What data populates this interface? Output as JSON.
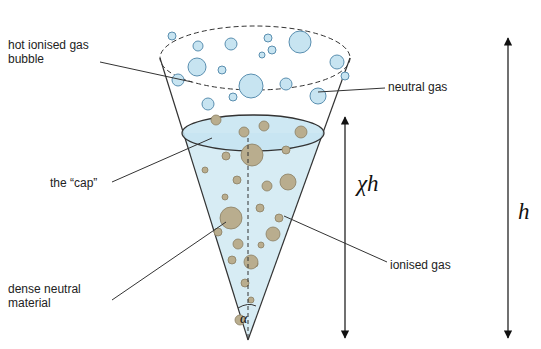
{
  "diagram": {
    "labels": [
      "hot ionised gas bubble",
      "neutral gas",
      "the “cap”",
      "χh",
      "h",
      "ionised gas",
      "dense neutral material",
      "α"
    ]
  }
}
